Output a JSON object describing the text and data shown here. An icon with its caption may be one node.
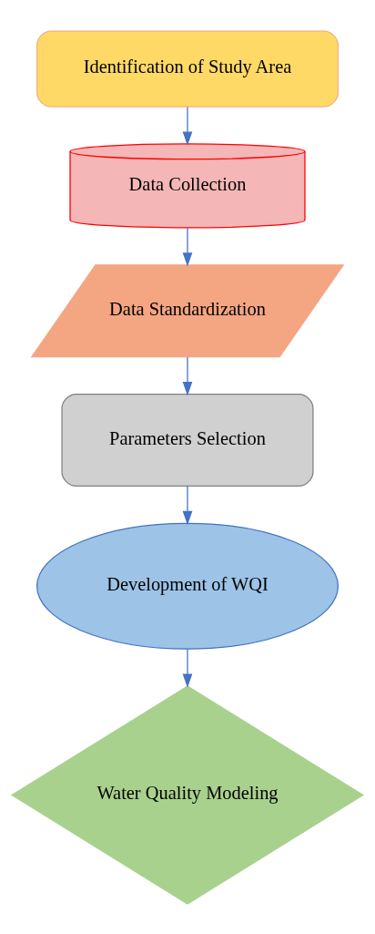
{
  "diagram": {
    "nodes": [
      {
        "text": [
          "Identification of Study Area"
        ]
      },
      {
        "text": [
          "Data Collection"
        ]
      },
      {
        "text": [
          "Data Standardization"
        ]
      },
      {
        "text": [
          "Parameters Selection"
        ]
      },
      {
        "text": [
          "Development of WQI"
        ]
      },
      {
        "text": [
          "Water Quality Modeling"
        ]
      }
    ],
    "edges": [
      {
        "from": 0,
        "to": 1,
        "arrow": "to"
      },
      {
        "from": 1,
        "to": 2,
        "arrow": "to"
      },
      {
        "from": 2,
        "to": 3,
        "arrow": "to"
      },
      {
        "from": 3,
        "to": 4,
        "arrow": "to"
      },
      {
        "from": 4,
        "to": 5,
        "arrow": "to"
      }
    ]
  }
}
